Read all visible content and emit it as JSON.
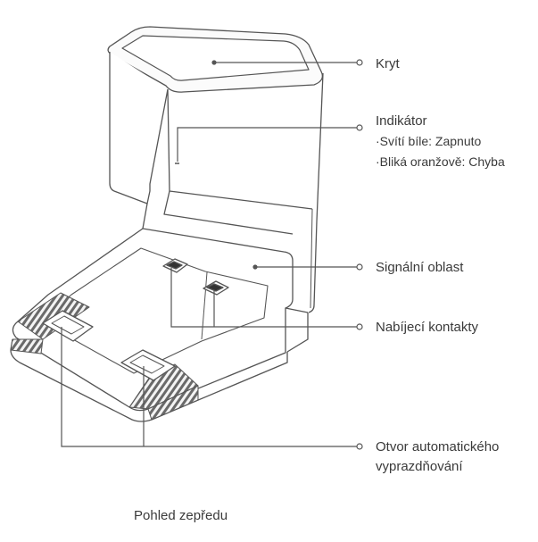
{
  "labels": {
    "cover": "Kryt",
    "indicator_title": "Indikátor",
    "indicator_white": "·Svítí bíle: Zapnuto",
    "indicator_orange": "·Bliká oranžově: Chyba",
    "signal_area": "Signální oblast",
    "charging_contacts": "Nabíjecí kontakty",
    "auto_empty_line1": "Otvor automatického",
    "auto_empty_line2": "vyprazdňování"
  },
  "caption": "Pohled zepředu",
  "colors": {
    "line": "#555555",
    "text": "#3a3a3a",
    "background": "#ffffff"
  }
}
